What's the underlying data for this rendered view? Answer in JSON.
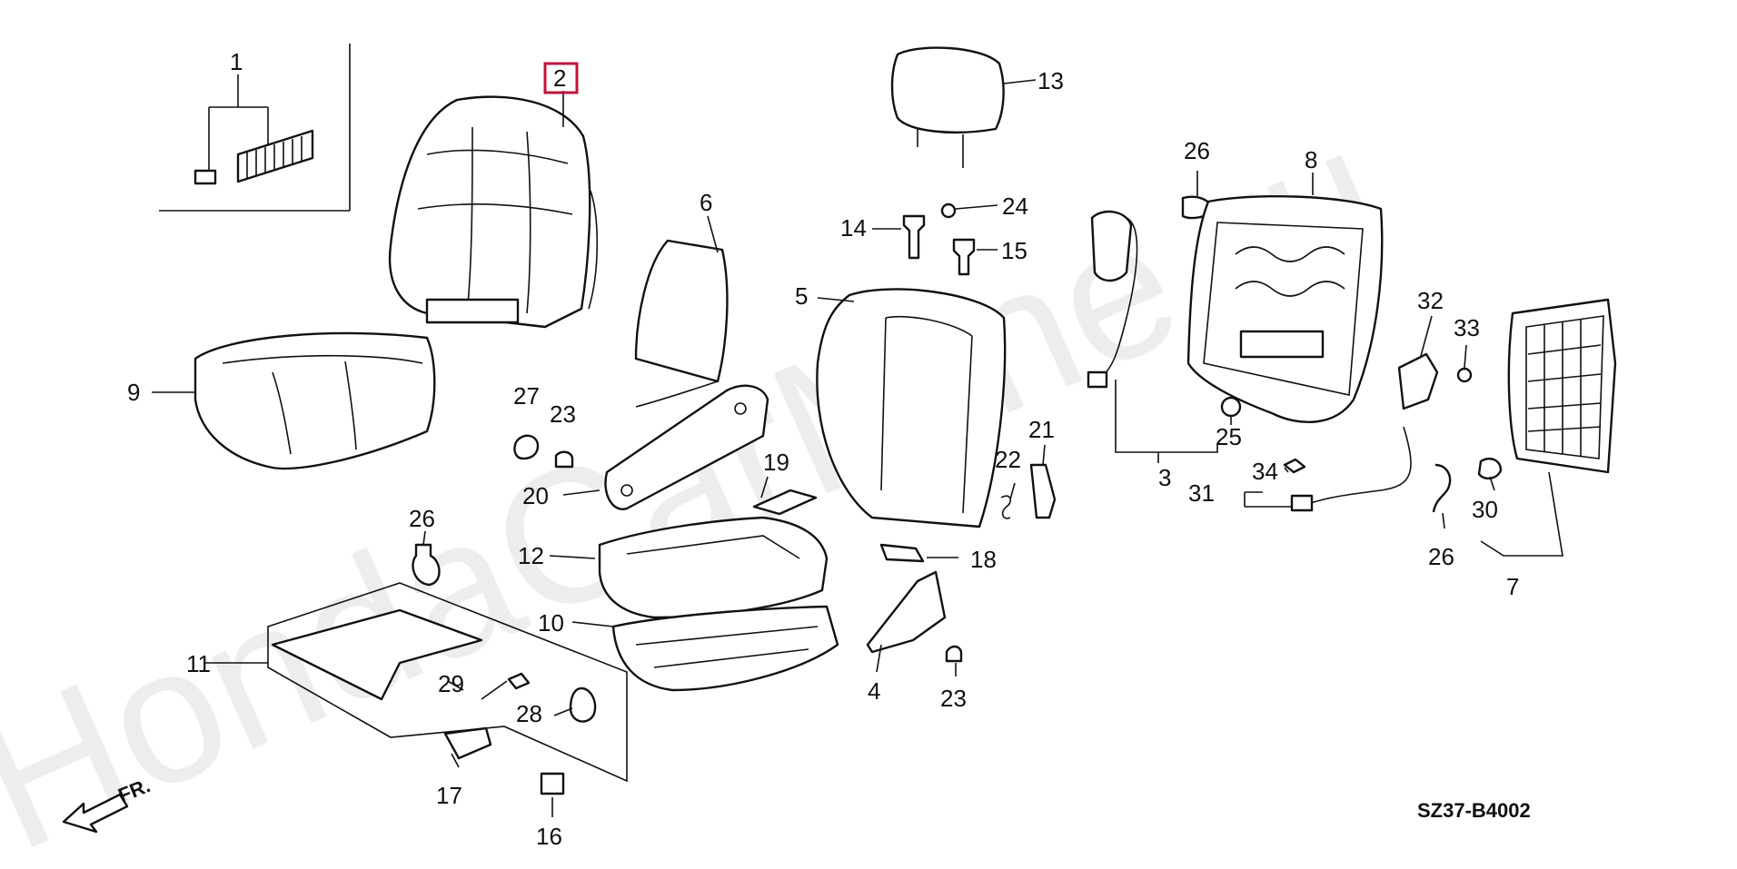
{
  "watermark": "HondaCarMine.ru",
  "diagram_code": "SZ37-B4002",
  "direction_label": "FR.",
  "highlighted_part": "2",
  "part_labels": {
    "p1": "1",
    "p2": "2",
    "p3": "3",
    "p4": "4",
    "p5": "5",
    "p6": "6",
    "p7": "7",
    "p8": "8",
    "p9": "9",
    "p10": "10",
    "p11": "11",
    "p12": "12",
    "p13": "13",
    "p14": "14",
    "p15": "15",
    "p16": "16",
    "p17": "17",
    "p18": "18",
    "p19": "19",
    "p20": "20",
    "p21": "21",
    "p22": "22",
    "p23a": "23",
    "p23b": "23",
    "p24": "24",
    "p25": "25",
    "p26a": "26",
    "p26b": "26",
    "p26c": "26",
    "p27": "27",
    "p28": "28",
    "p29": "29",
    "p30": "30",
    "p31": "31",
    "p32": "32",
    "p33": "33",
    "p34": "34"
  }
}
